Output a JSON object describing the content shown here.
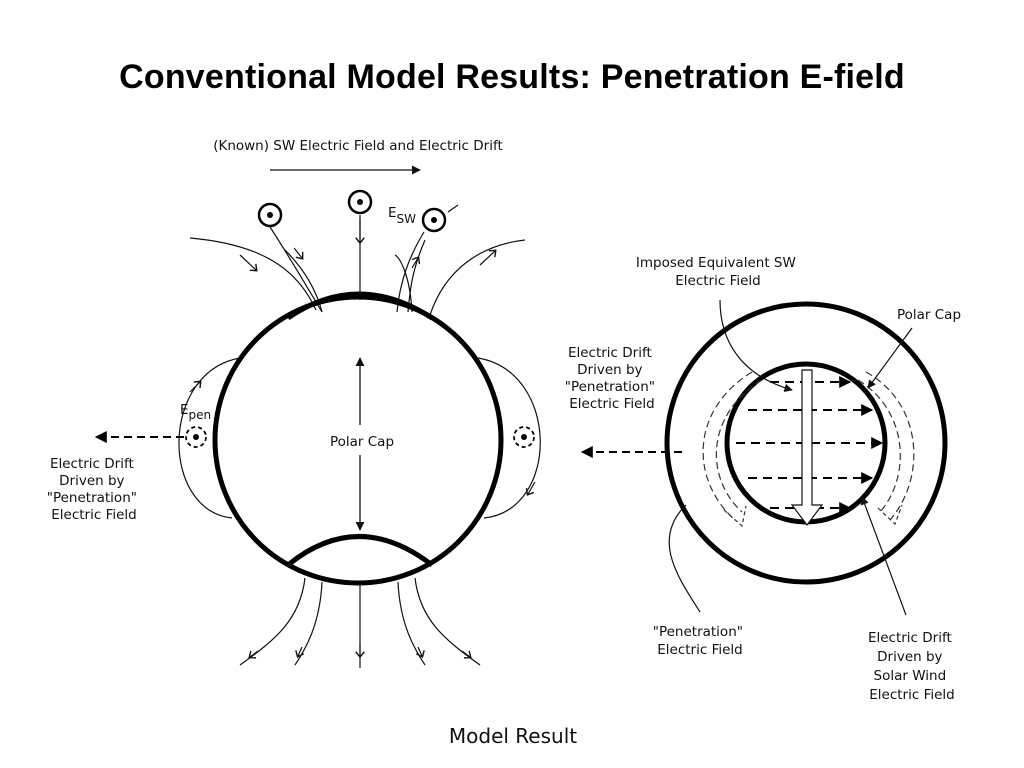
{
  "title": "Conventional Model Results: Penetration E-field",
  "left_diagram": {
    "top_label": "(Known) SW Electric Field and Electric Drift",
    "esw_symbol": "E",
    "esw_subscript": "SW",
    "epen_symbol": "E",
    "epen_subscript": "pen",
    "polar_cap_label": "Polar Cap",
    "drift_label_lines": [
      "Electric Drift",
      "Driven by",
      "\"Penetration\"",
      "Electric Field"
    ],
    "caption": "Model Result"
  },
  "right_diagram": {
    "imposed_label_lines": [
      "Imposed Equivalent SW",
      "Electric Field"
    ],
    "polar_cap_label": "Polar Cap",
    "drift_label_lines": [
      "Electric Drift",
      "Driven by",
      "\"Penetration\"",
      "Electric Field"
    ],
    "penetration_label_lines": [
      "\"Penetration\"",
      "Electric Field"
    ],
    "sw_drift_label_lines": [
      "Electric Drift",
      "Driven by",
      "Solar Wind",
      "Electric Field"
    ]
  }
}
